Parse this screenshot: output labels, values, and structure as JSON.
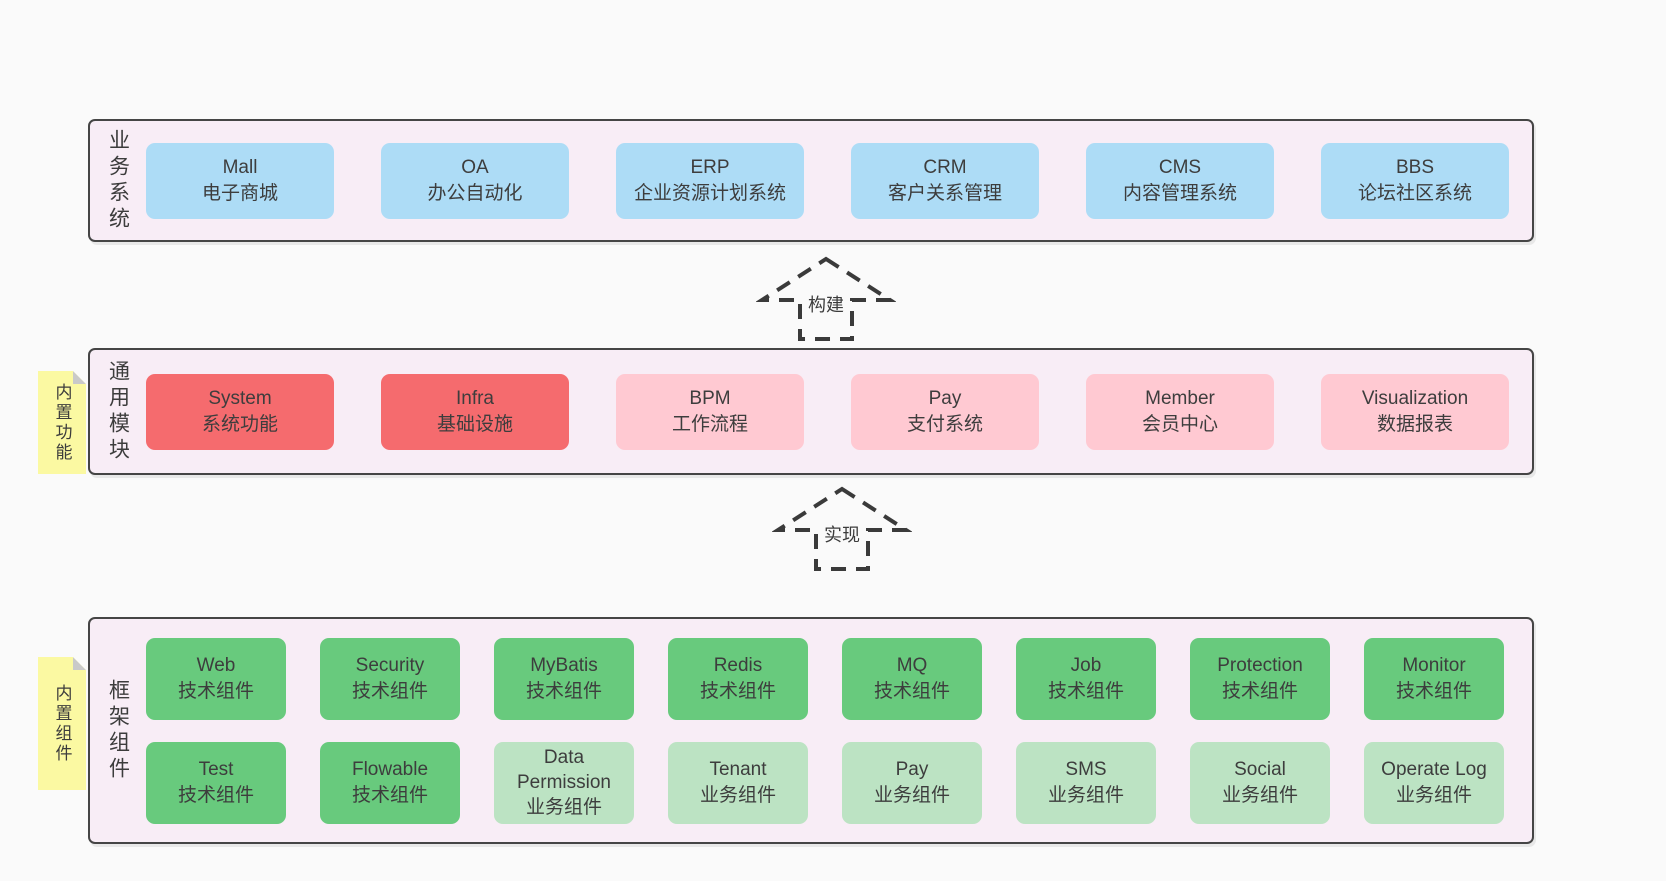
{
  "colors": {
    "page_bg": "#fafafa",
    "panel_bg": "#f8edf6",
    "panel_border": "#454545",
    "blue": "#addcf6",
    "red": "#f56b6e",
    "pink": "#ffc9d2",
    "green": "#68ca7d",
    "lightgreen": "#bce3c3",
    "note_bg": "#fbf9a2",
    "note_fold": "#c9c9c9",
    "text": "#3c3c3c",
    "arrow": "#3a3a3a"
  },
  "arrows": [
    {
      "label": "构建"
    },
    {
      "label": "实现"
    }
  ],
  "layers": [
    {
      "label": "业务系统",
      "boxes": [
        {
          "title": "Mall",
          "subtitle": "电子商城",
          "variant": "blue"
        },
        {
          "title": "OA",
          "subtitle": "办公自动化",
          "variant": "blue"
        },
        {
          "title": "ERP",
          "subtitle": "企业资源计划系统",
          "variant": "blue"
        },
        {
          "title": "CRM",
          "subtitle": "客户关系管理",
          "variant": "blue"
        },
        {
          "title": "CMS",
          "subtitle": "内容管理系统",
          "variant": "blue"
        },
        {
          "title": "BBS",
          "subtitle": "论坛社区系统",
          "variant": "blue"
        }
      ]
    },
    {
      "label": "通用模块",
      "note": "内置功能",
      "boxes": [
        {
          "title": "System",
          "subtitle": "系统功能",
          "variant": "red"
        },
        {
          "title": "Infra",
          "subtitle": "基础设施",
          "variant": "red"
        },
        {
          "title": "BPM",
          "subtitle": "工作流程",
          "variant": "pink"
        },
        {
          "title": "Pay",
          "subtitle": "支付系统",
          "variant": "pink"
        },
        {
          "title": "Member",
          "subtitle": "会员中心",
          "variant": "pink"
        },
        {
          "title": "Visualization",
          "subtitle": "数据报表",
          "variant": "pink"
        }
      ]
    },
    {
      "label": "框架组件",
      "note": "内置组件",
      "rows": [
        [
          {
            "title": "Web",
            "subtitle": "技术组件",
            "variant": "green"
          },
          {
            "title": "Security",
            "subtitle": "技术组件",
            "variant": "green"
          },
          {
            "title": "MyBatis",
            "subtitle": "技术组件",
            "variant": "green"
          },
          {
            "title": "Redis",
            "subtitle": "技术组件",
            "variant": "green"
          },
          {
            "title": "MQ",
            "subtitle": "技术组件",
            "variant": "green"
          },
          {
            "title": "Job",
            "subtitle": "技术组件",
            "variant": "green"
          },
          {
            "title": "Protection",
            "subtitle": "技术组件",
            "variant": "green"
          },
          {
            "title": "Monitor",
            "subtitle": "技术组件",
            "variant": "green"
          }
        ],
        [
          {
            "title": "Test",
            "subtitle": "技术组件",
            "variant": "green"
          },
          {
            "title": "Flowable",
            "subtitle": "技术组件",
            "variant": "green"
          },
          {
            "title": "Data Permission",
            "subtitle": "业务组件",
            "variant": "lightgreen"
          },
          {
            "title": "Tenant",
            "subtitle": "业务组件",
            "variant": "lightgreen"
          },
          {
            "title": "Pay",
            "subtitle": "业务组件",
            "variant": "lightgreen"
          },
          {
            "title": "SMS",
            "subtitle": "业务组件",
            "variant": "lightgreen"
          },
          {
            "title": "Social",
            "subtitle": "业务组件",
            "variant": "lightgreen"
          },
          {
            "title": "Operate Log",
            "subtitle": "业务组件",
            "variant": "lightgreen"
          }
        ]
      ]
    }
  ]
}
